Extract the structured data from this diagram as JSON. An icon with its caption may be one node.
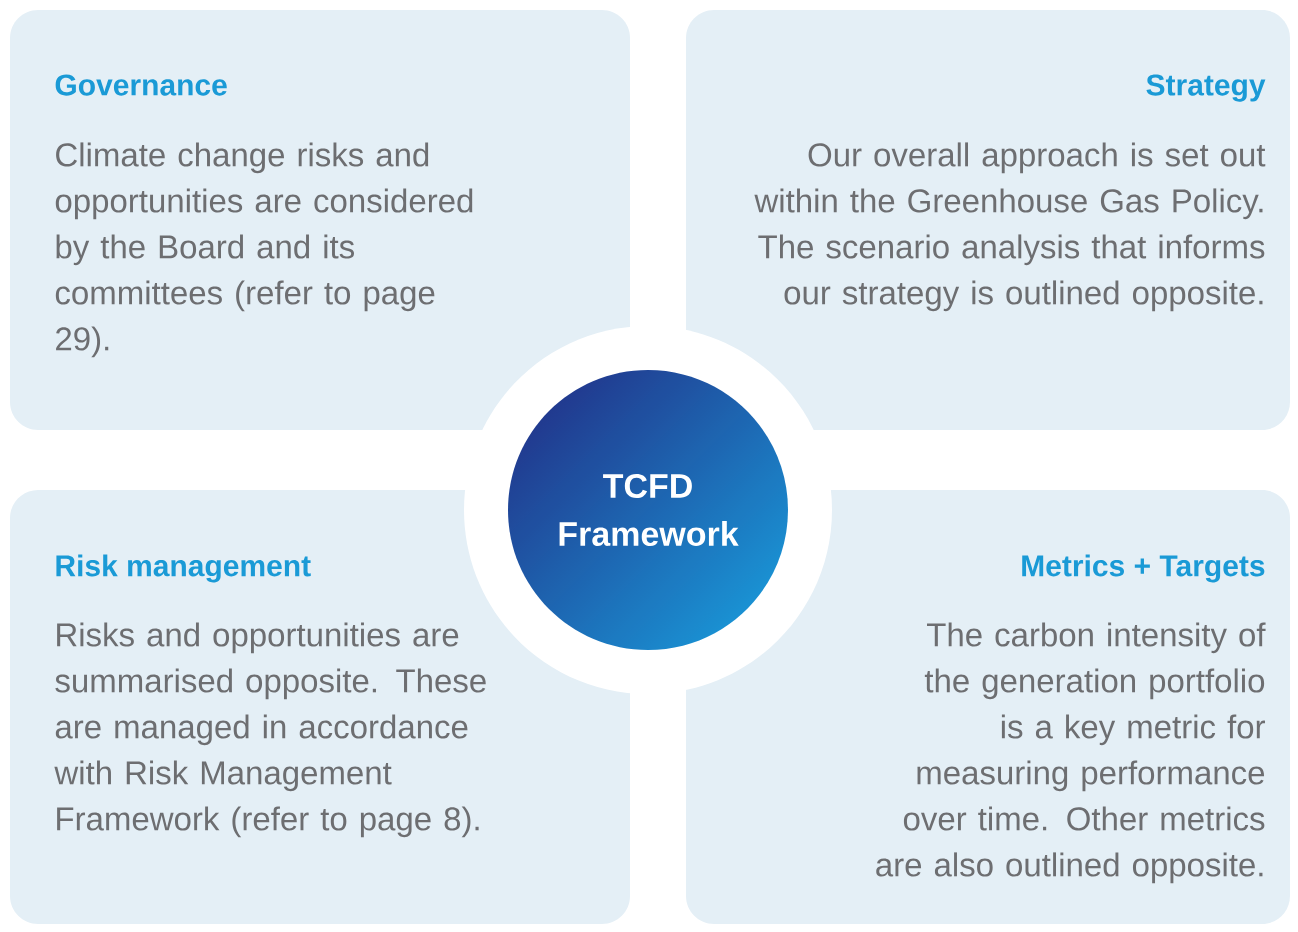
{
  "diagram": {
    "nodes": [
      {
        "text": [
          "Governance",
          "Climate change risks and opportunities are considered by the Board and its committees (refer to page 29)."
        ]
      },
      {
        "text": [
          "Strategy",
          "Our overall approach is set out within the Greenhouse Gas Policy. The scenario analysis that informs our strategy is outlined opposite."
        ]
      },
      {
        "text": [
          "TCFD Framework"
        ]
      },
      {
        "text": [
          "Risk management",
          "Risks and opportunities are summarised opposite. These are managed in accordance with Risk Management Framework (refer to page 8)."
        ]
      },
      {
        "text": [
          "Metrics + Targets",
          "The carbon intensity of the generation portfolio is a key metric for measuring performance over time. Other metrics are also outlined opposite."
        ]
      }
    ]
  }
}
